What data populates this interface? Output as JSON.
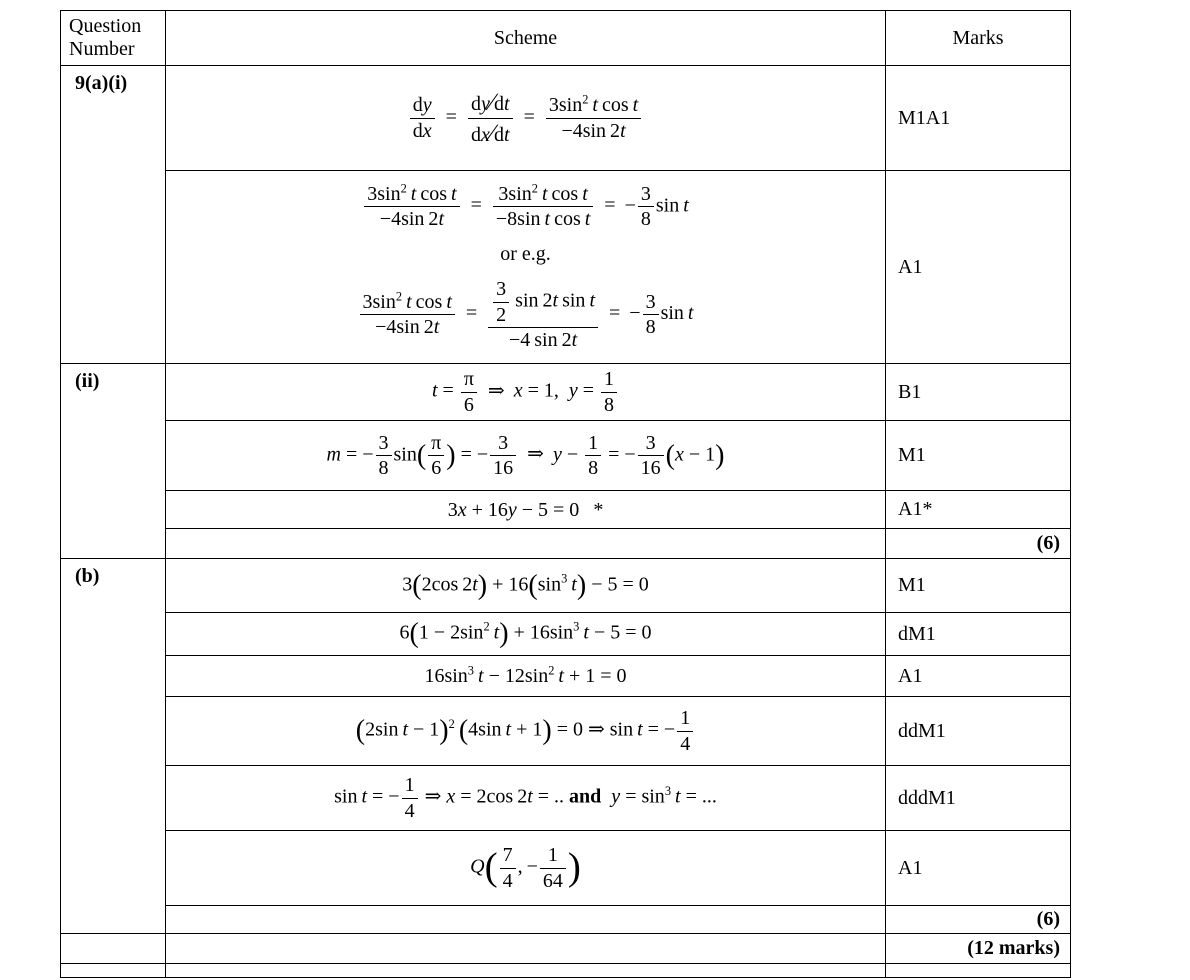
{
  "header": {
    "question": "Question Number",
    "scheme": "Scheme",
    "marks": "Marks"
  },
  "sections": {
    "a_i": {
      "label": "9(a)(i)",
      "r1": {
        "formula": "<span class='frac'><span class='num'>d<i>y</i></span><span class='den'>d<i>x</i></span></span><span class='rel'>=</span><span class='frac'><span class='num'>d<i>y</i><span class='dslash'>&#8725;</span>d<i>t</i></span><span class='den'>d<i>x</i><span class='dslash'>&#8725;</span>d<i>t</i></span></span><span class='rel'>=</span><span class='frac'><span class='num'>3sin<sup>2</sup>&thinsp;<i>t</i>&thinsp;cos&thinsp;<i>t</i></span><span class='den'>&minus;4sin&thinsp;2<i>t</i></span></span>",
        "marks": "M1A1"
      },
      "r2": {
        "line1": "<span class='frac'><span class='num'>3sin<sup>2</sup>&thinsp;<i>t</i>&thinsp;cos&thinsp;<i>t</i></span><span class='den'>&minus;4sin&thinsp;2<i>t</i></span></span><span class='rel'>=</span><span class='frac'><span class='num'>3sin<sup>2</sup>&thinsp;<i>t</i>&thinsp;cos&thinsp;<i>t</i></span><span class='den'>&minus;8sin&thinsp;<i>t</i>&thinsp;cos&thinsp;<i>t</i></span></span><span class='rel'>=</span>&minus;<span class='frac'><span class='num'>3</span><span class='den'>8</span></span>sin&thinsp;<i>t</i>",
        "or_line": "or e.g.",
        "line2": "<span class='frac'><span class='num'>3sin<sup>2</sup>&thinsp;<i>t</i>&thinsp;cos&thinsp;<i>t</i></span><span class='den'>&minus;4sin&thinsp;2<i>t</i></span></span><span class='rel'>=</span><span class='frac'><span class='num'><span class='frac'><span class='num'>3</span><span class='den'>2</span></span>&thinsp;sin&thinsp;2<i>t</i>&thinsp;sin&thinsp;<i>t</i></span><span class='den'>&minus;4&thinsp;sin&thinsp;2<i>t</i></span></span><span class='rel'>=</span>&minus;<span class='frac'><span class='num'>3</span><span class='den'>8</span></span>sin&thinsp;<i>t</i>",
        "marks": "A1"
      }
    },
    "a_ii": {
      "label": "(ii)",
      "r1": {
        "formula": "<i>t</i> = <span class='frac'><span class='num'>&pi;</span><span class='den'>6</span></span><span class='rel'>&rArr;</span><i>x</i> = 1,&ensp;<i>y</i> = <span class='frac'><span class='num'>1</span><span class='den'>8</span></span>",
        "marks": "B1"
      },
      "r2": {
        "formula": "<i>m</i> = &minus;<span class='frac'><span class='num'>3</span><span class='den'>8</span></span>sin<span class='bigp'>(</span><span class='frac'><span class='num'>&pi;</span><span class='den'>6</span></span><span class='bigp'>)</span> = &minus;<span class='frac'><span class='num'>3</span><span class='den'>16</span></span><span class='rel'>&rArr;</span><i>y</i> &minus; <span class='frac'><span class='num'>1</span><span class='den'>8</span></span> = &minus;<span class='frac'><span class='num'>3</span><span class='den'>16</span></span><span class='bigp'>(</span><i>x</i> &minus; 1<span class='bigp'>)</span>",
        "marks": "M1"
      },
      "r3": {
        "formula": "3<i>x</i> + 16<i>y</i> &minus; 5 = 0&ensp;&thinsp;*",
        "marks": "A1*"
      },
      "subtotal": "(6)"
    },
    "b": {
      "label": "(b)",
      "r1": {
        "formula": "3<span class='bigp'>(</span>2cos&thinsp;2<i>t</i><span class='bigp'>)</span> + 16<span class='bigp'>(</span>sin<sup>3</sup>&thinsp;<i>t</i><span class='bigp'>)</span> &minus; 5 = 0",
        "marks": "M1"
      },
      "r2": {
        "formula": "6<span class='bigp'>(</span>1 &minus; 2sin<sup>2</sup>&thinsp;<i>t</i><span class='bigp'>)</span> + 16sin<sup>3</sup>&thinsp;<i>t</i> &minus; 5 = 0",
        "marks": "dM1"
      },
      "r3": {
        "formula": "16sin<sup>3</sup>&thinsp;<i>t</i> &minus; 12sin<sup>2</sup>&thinsp;<i>t</i> + 1 = 0",
        "marks": "A1"
      },
      "r4": {
        "formula": "<span class='bigp'>(</span>2sin&thinsp;<i>t</i> &minus; 1<span class='bigp'>)</span><sup>2</sup>&thinsp;<span class='bigp'>(</span>4sin&thinsp;<i>t</i> + 1<span class='bigp'>)</span> = 0 &rArr; sin&thinsp;<i>t</i> = &minus;<span class='frac'><span class='num'>1</span><span class='den'>4</span></span>",
        "marks": "ddM1"
      },
      "r5": {
        "formula": "sin&thinsp;<i>t</i> = &minus;<span class='frac'><span class='num'>1</span><span class='den'>4</span></span> &rArr; <i>x</i> = 2cos&thinsp;2<i>t</i> = .. <b>and</b>&ensp;<i>y</i> = sin<sup>3</sup>&thinsp;<i>t</i> = ...",
        "marks": "dddM1"
      },
      "r6": {
        "formula": "<i>Q</i><span class='bigp2'>(</span><span class='frac'><span class='num'>7</span><span class='den'>4</span></span>,&thinsp;&minus;<span class='frac'><span class='num'>1</span><span class='den'>64</span></span><span class='bigp2'>)</span>",
        "marks": "A1"
      },
      "subtotal": "(6)"
    },
    "total": "(12 marks)"
  }
}
